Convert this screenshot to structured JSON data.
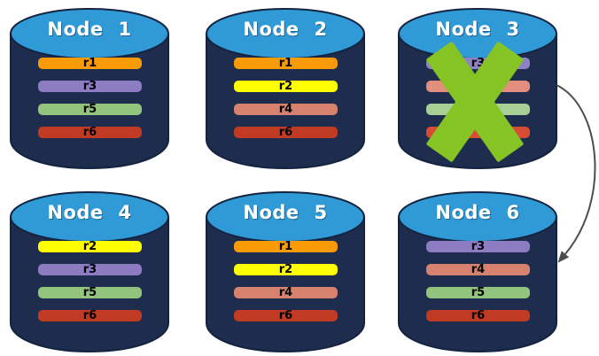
{
  "diagram": {
    "background_color": "#FFFFFF",
    "cylinder_body_color": "#1E2C4E",
    "cylinder_top_color": "#2F9AD6",
    "cylinder_outline_color": "#142440",
    "failure_x_color": "#86C324",
    "arrow_color": "#4D4D4D",
    "arrow": {
      "from": "Node 3",
      "to": "Node 6"
    }
  },
  "nodes": [
    {
      "title": "Node 1",
      "failed": false,
      "bars": [
        {
          "label": "r1",
          "color": "#F89B06"
        },
        {
          "label": "r3",
          "color": "#8E7CC3"
        },
        {
          "label": "r5",
          "color": "#93C47D"
        },
        {
          "label": "r6",
          "color": "#C13A23"
        }
      ]
    },
    {
      "title": "Node 2",
      "failed": false,
      "bars": [
        {
          "label": "r1",
          "color": "#F89B06"
        },
        {
          "label": "r2",
          "color": "#FFFF00"
        },
        {
          "label": "r4",
          "color": "#D6826E"
        },
        {
          "label": "r6",
          "color": "#C13A23"
        }
      ]
    },
    {
      "title": "Node 3",
      "failed": true,
      "bars": [
        {
          "label": "r3",
          "color": "#8F82C4"
        },
        {
          "label": "",
          "color": "#E28F7D"
        },
        {
          "label": "",
          "color": "#A8D094"
        },
        {
          "label": "",
          "color": "#D84B35"
        }
      ]
    },
    {
      "title": "Node 4",
      "failed": false,
      "bars": [
        {
          "label": "r2",
          "color": "#FFFF00"
        },
        {
          "label": "r3",
          "color": "#8E7CC3"
        },
        {
          "label": "r5",
          "color": "#93C47D"
        },
        {
          "label": "r6",
          "color": "#C13A23"
        }
      ]
    },
    {
      "title": "Node 5",
      "failed": false,
      "bars": [
        {
          "label": "r1",
          "color": "#F89B06"
        },
        {
          "label": "r2",
          "color": "#FFFF00"
        },
        {
          "label": "r4",
          "color": "#D6826E"
        },
        {
          "label": "r6",
          "color": "#C13A23"
        }
      ]
    },
    {
      "title": "Node 6",
      "failed": false,
      "bars": [
        {
          "label": "r3",
          "color": "#8E7CC3"
        },
        {
          "label": "r4",
          "color": "#D6826E"
        },
        {
          "label": "r5",
          "color": "#93C47D"
        },
        {
          "label": "r6",
          "color": "#C13A23"
        }
      ]
    }
  ]
}
